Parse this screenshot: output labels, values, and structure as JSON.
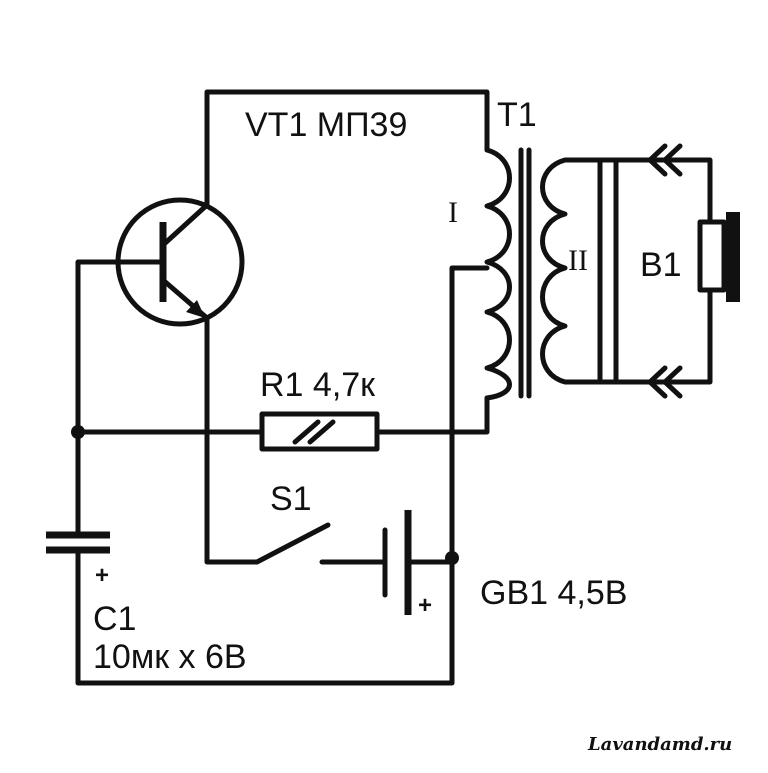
{
  "labels": {
    "transistor": "VT1 МП39",
    "transformer": "T1",
    "winding_primary": "I",
    "winding_secondary": "II",
    "speaker": "B1",
    "resistor": "R1 4,7к",
    "switch": "S1",
    "battery": "GB1 4,5В",
    "capacitor_ref": "C1",
    "capacitor_value": "10мк х 6В",
    "plus_capacitor": "+",
    "plus_battery": "+"
  },
  "watermark": "Lavandamd.ru"
}
